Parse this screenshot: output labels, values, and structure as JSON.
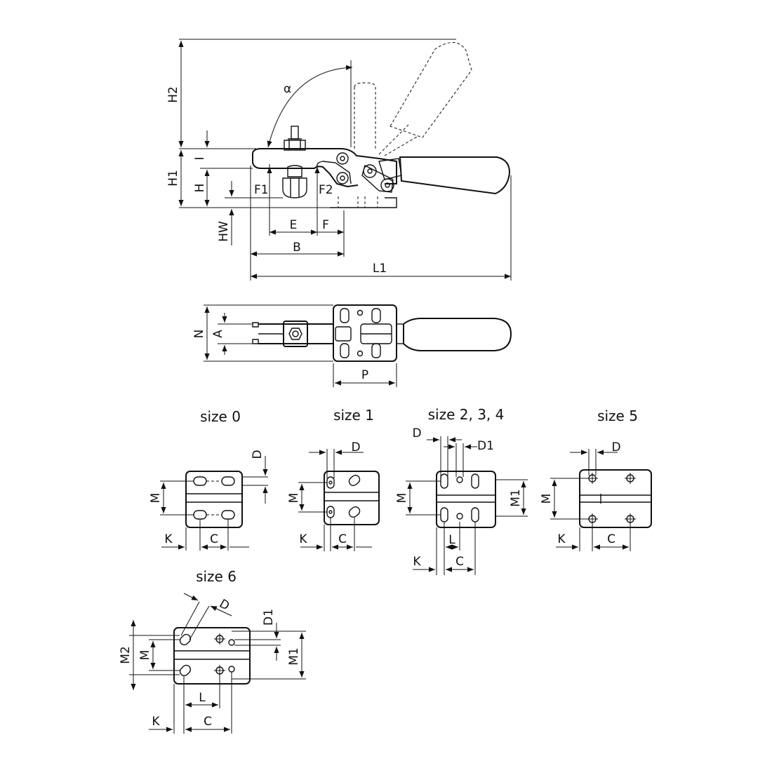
{
  "labels": {
    "H2": "H2",
    "H1": "H1",
    "I": "I",
    "H": "H",
    "HW": "HW",
    "alpha": "α",
    "F1": "F1",
    "F2": "F2",
    "E": "E",
    "F": "F",
    "B": "B",
    "L1": "L1",
    "N": "N",
    "A": "A",
    "P": "P",
    "D": "D",
    "D1": "D1",
    "M": "M",
    "M1": "M1",
    "M2": "M2",
    "K": "K",
    "C": "C",
    "L": "L"
  },
  "sizes": {
    "s0": "size 0",
    "s1": "size 1",
    "s234": "size 2, 3, 4",
    "s5": "size 5",
    "s6": "size 6"
  }
}
